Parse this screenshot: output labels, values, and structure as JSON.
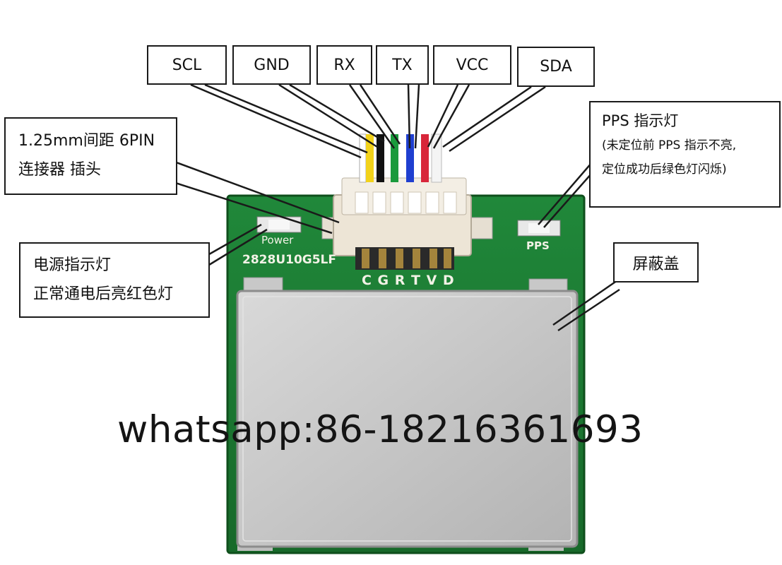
{
  "pin_labels": [
    {
      "key": "scl",
      "text": "SCL"
    },
    {
      "key": "gnd",
      "text": "GND"
    },
    {
      "key": "rx",
      "text": "RX"
    },
    {
      "key": "tx",
      "text": "TX"
    },
    {
      "key": "vcc",
      "text": "VCC"
    },
    {
      "key": "sda",
      "text": "SDA"
    }
  ],
  "connector_label": {
    "line1": "1.25mm间距 6PIN",
    "line2": "连接器 插头"
  },
  "power_label": {
    "line1": "电源指示灯",
    "line2": "正常通电后亮红色灯"
  },
  "pps_label": {
    "title": "PPS 指示灯",
    "line1": "(未定位前 PPS 指示不亮,",
    "line2": "定位成功后绿色灯闪烁)"
  },
  "shield_label": "屏蔽盖",
  "board": {
    "silk_power": "Power",
    "silk_model": "2828U10G5LF",
    "silk_pins": "C G R T V D",
    "silk_pps": "PPS"
  },
  "watermark": "whatsapp:86-18216361693",
  "wire_colors": [
    "#ffffff",
    "#f2d21a",
    "#111111",
    "#1a9a3c",
    "#1f3fd0",
    "#d8263a",
    "#f4f4f4"
  ],
  "colors": {
    "pcb": "#1d7a2a",
    "shield": "#c9c9c9",
    "connector": "#ece3d4",
    "header_pin": "#9a7a3a"
  }
}
